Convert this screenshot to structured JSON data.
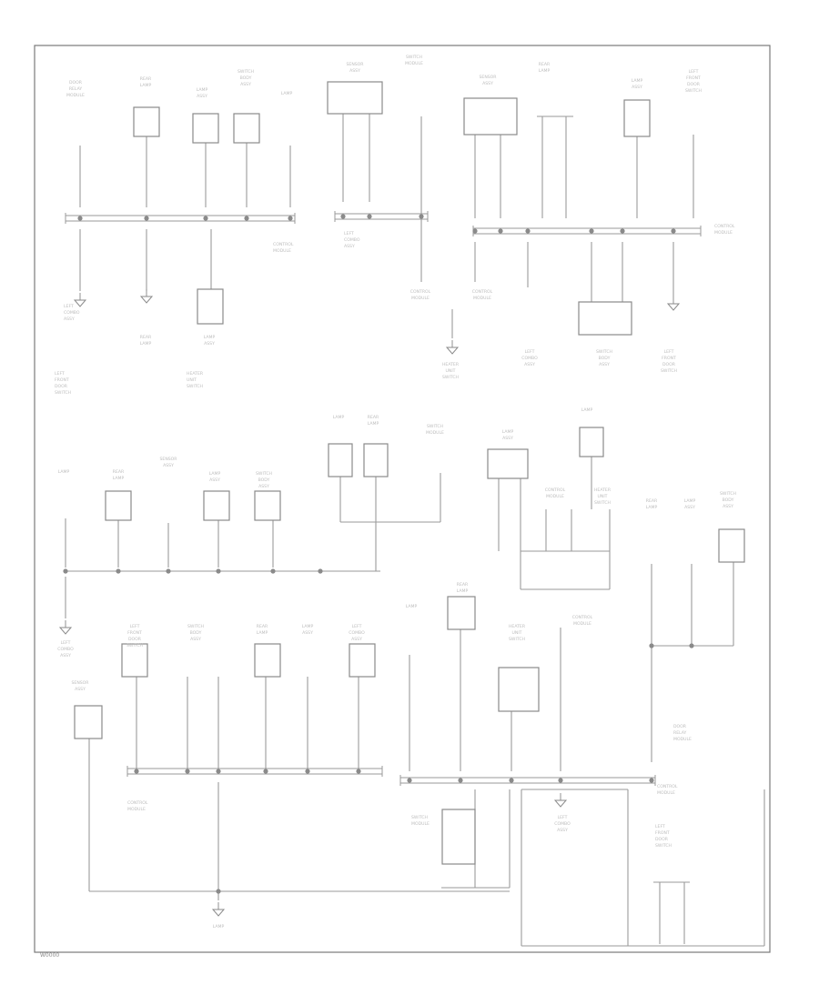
{
  "diagram": {
    "figure_id": "W0000",
    "colors": {
      "line": "#8a8a8a",
      "wire": "#9a9a9a",
      "text": "#bdbdbd",
      "frame": "#7a7a7a",
      "background": "#ffffff"
    },
    "label_lines": {
      "l1": [
        "DOOR",
        "RELAY",
        "MODULE"
      ],
      "l2": [
        "REAR",
        "LAMP"
      ],
      "l3": [
        "LAMP",
        "ASSY"
      ],
      "l4": [
        "SWITCH",
        "BODY",
        "ASSY"
      ],
      "l5": [
        "LAMP"
      ],
      "l6": [
        "LEFT",
        "COMBO",
        "ASSY"
      ],
      "l7": [
        "CONTROL",
        "MODULE"
      ],
      "l8": [
        "HEATER",
        "UNIT",
        "SWITCH"
      ],
      "l9": [
        "SENSOR",
        "ASSY"
      ],
      "l10": [
        "SWITCH",
        "MODULE"
      ],
      "l11": [
        "LEFT",
        "FRONT",
        "DOOR",
        "SWITCH"
      ]
    }
  }
}
